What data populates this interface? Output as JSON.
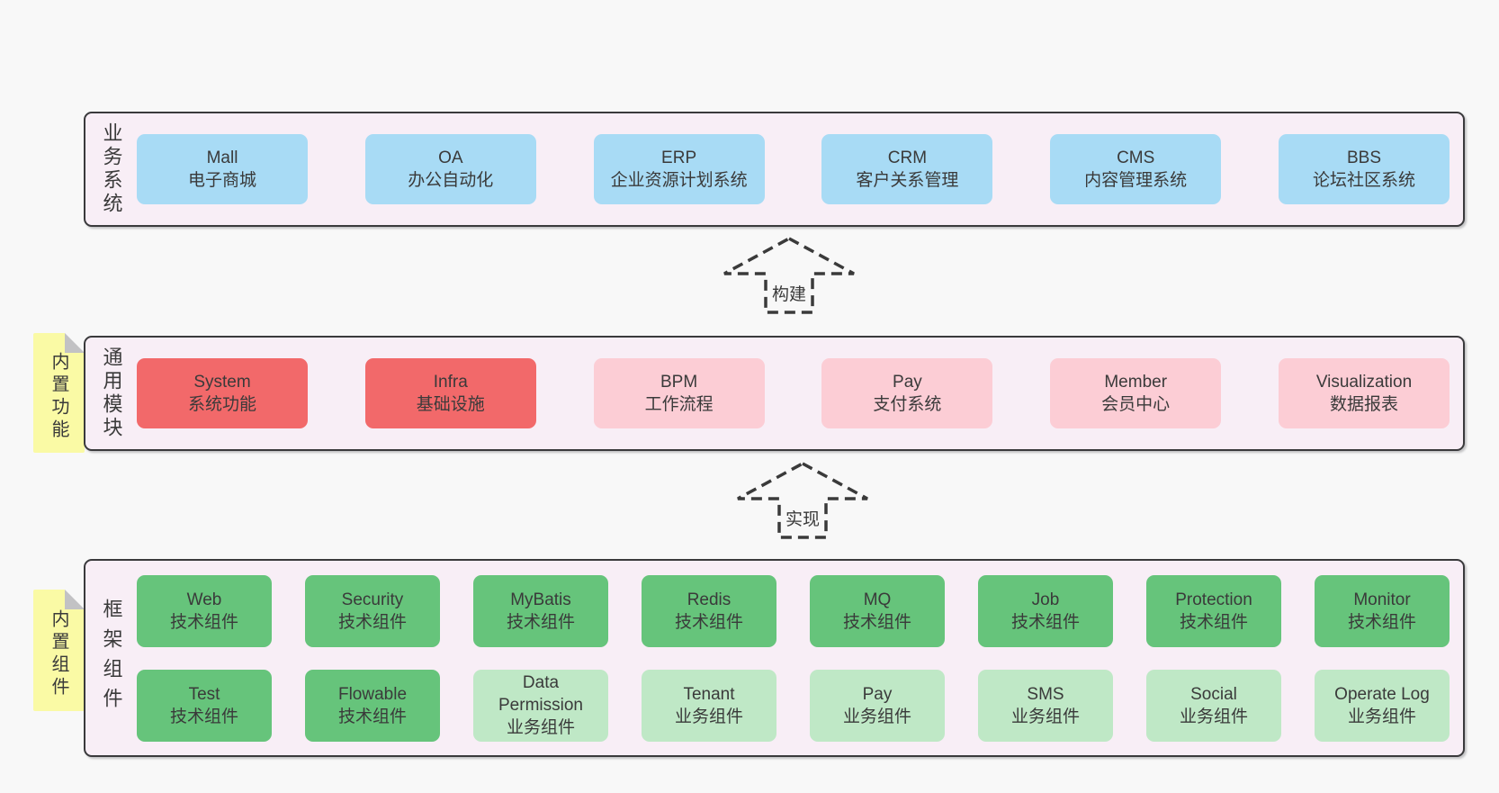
{
  "colors": {
    "page_bg": "#f8f8f8",
    "panel_bg": "#f8eef6",
    "panel_border": "#3a3a3c",
    "text": "#3a3a3a",
    "blue": "#a8dbf5",
    "red": "#f2696a",
    "pink": "#fccdd5",
    "green": "#66c47b",
    "lightgreen": "#bfe8c6",
    "sticky_yellow": "#fafaa5",
    "sticky_fold": "#c2c2c4"
  },
  "arrows": {
    "build": "构建",
    "implement": "实现"
  },
  "bands": {
    "business": {
      "side_label": "业务系统",
      "items": [
        {
          "name": "Mall",
          "desc": "电子商城",
          "variant": "blue"
        },
        {
          "name": "OA",
          "desc": "办公自动化",
          "variant": "blue"
        },
        {
          "name": "ERP",
          "desc": "企业资源计划系统",
          "variant": "blue"
        },
        {
          "name": "CRM",
          "desc": "客户关系管理",
          "variant": "blue"
        },
        {
          "name": "CMS",
          "desc": "内容管理系统",
          "variant": "blue"
        },
        {
          "name": "BBS",
          "desc": "论坛社区系统",
          "variant": "blue"
        }
      ]
    },
    "modules": {
      "side_label": "通用模块",
      "sticky": "内置功能",
      "items": [
        {
          "name": "System",
          "desc": "系统功能",
          "variant": "red"
        },
        {
          "name": "Infra",
          "desc": "基础设施",
          "variant": "red"
        },
        {
          "name": "BPM",
          "desc": "工作流程",
          "variant": "pink"
        },
        {
          "name": "Pay",
          "desc": "支付系统",
          "variant": "pink"
        },
        {
          "name": "Member",
          "desc": "会员中心",
          "variant": "pink"
        },
        {
          "name": "Visualization",
          "desc": "数据报表",
          "variant": "pink"
        }
      ]
    },
    "components": {
      "side_label": "框架组件",
      "sticky": "内置组件",
      "rows": [
        [
          {
            "name": "Web",
            "desc": "技术组件",
            "variant": "green"
          },
          {
            "name": "Security",
            "desc": "技术组件",
            "variant": "green"
          },
          {
            "name": "MyBatis",
            "desc": "技术组件",
            "variant": "green"
          },
          {
            "name": "Redis",
            "desc": "技术组件",
            "variant": "green"
          },
          {
            "name": "MQ",
            "desc": "技术组件",
            "variant": "green"
          },
          {
            "name": "Job",
            "desc": "技术组件",
            "variant": "green"
          },
          {
            "name": "Protection",
            "desc": "技术组件",
            "variant": "green"
          },
          {
            "name": "Monitor",
            "desc": "技术组件",
            "variant": "green"
          }
        ],
        [
          {
            "name": "Test",
            "desc": "技术组件",
            "variant": "green"
          },
          {
            "name": "Flowable",
            "desc": "技术组件",
            "variant": "green"
          },
          {
            "name": "Data Permission",
            "desc": "业务组件",
            "variant": "lightgreen"
          },
          {
            "name": "Tenant",
            "desc": "业务组件",
            "variant": "lightgreen"
          },
          {
            "name": "Pay",
            "desc": "业务组件",
            "variant": "lightgreen"
          },
          {
            "name": "SMS",
            "desc": "业务组件",
            "variant": "lightgreen"
          },
          {
            "name": "Social",
            "desc": "业务组件",
            "variant": "lightgreen"
          },
          {
            "name": "Operate Log",
            "desc": "业务组件",
            "variant": "lightgreen"
          }
        ]
      ]
    }
  }
}
